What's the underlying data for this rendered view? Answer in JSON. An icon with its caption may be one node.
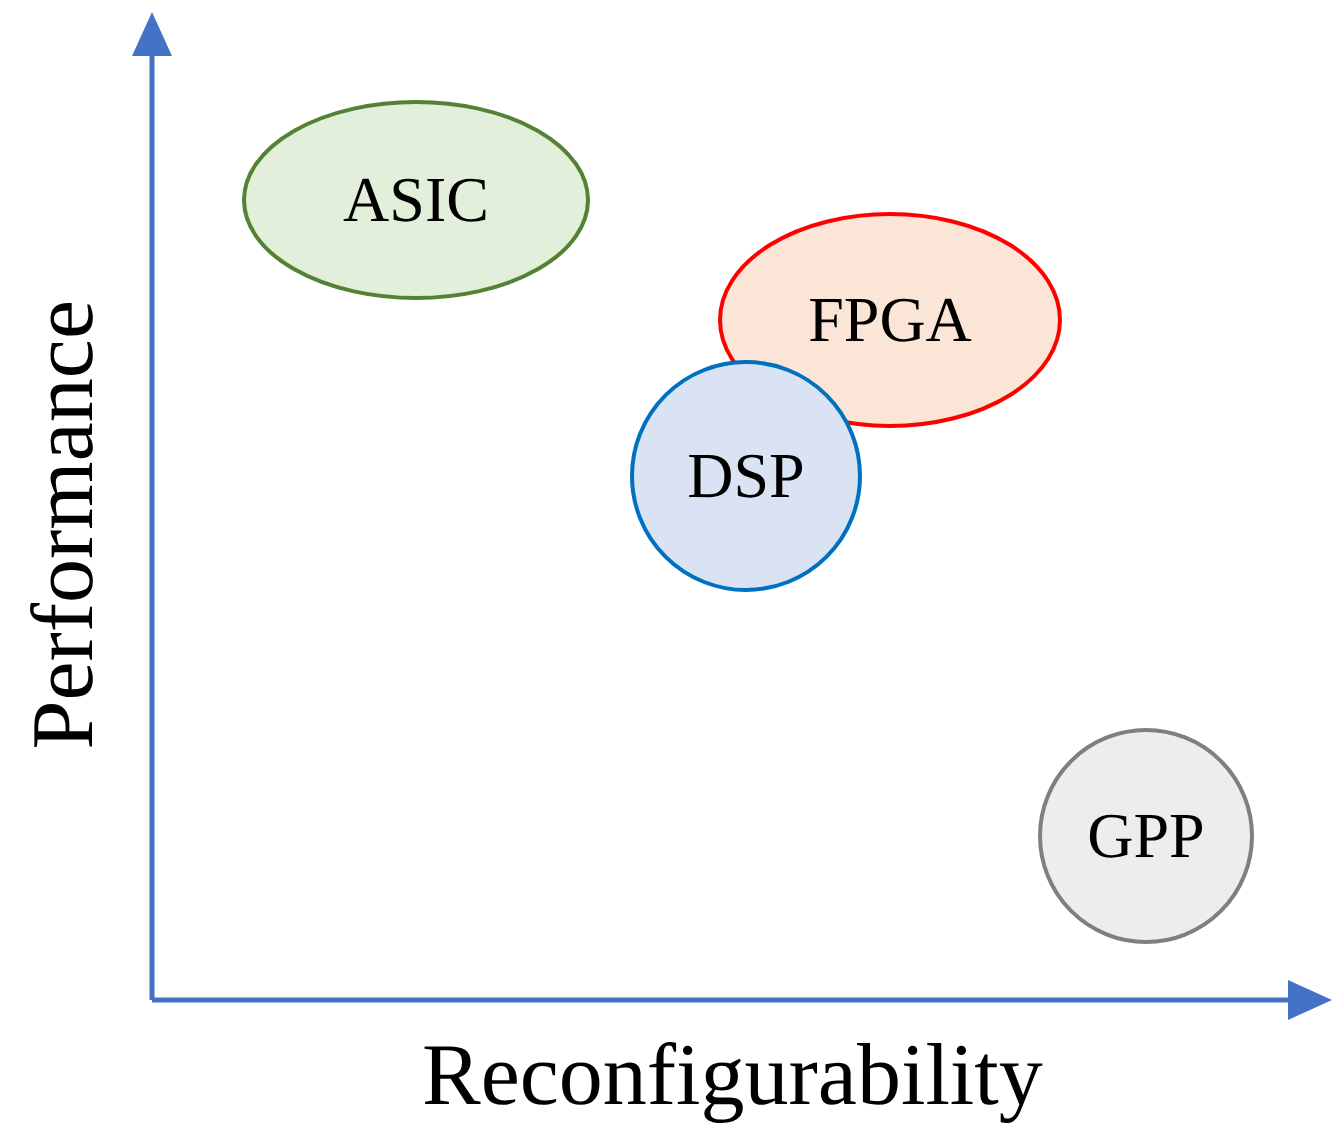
{
  "diagram": {
    "nodes": [
      {
        "text": [
          "ASIC"
        ]
      },
      {
        "text": [
          "FPGA"
        ]
      },
      {
        "text": [
          "DSP"
        ]
      },
      {
        "text": [
          "GPP"
        ]
      }
    ],
    "edges": [],
    "labels": [
      "Performance",
      "Reconfigurability"
    ]
  }
}
